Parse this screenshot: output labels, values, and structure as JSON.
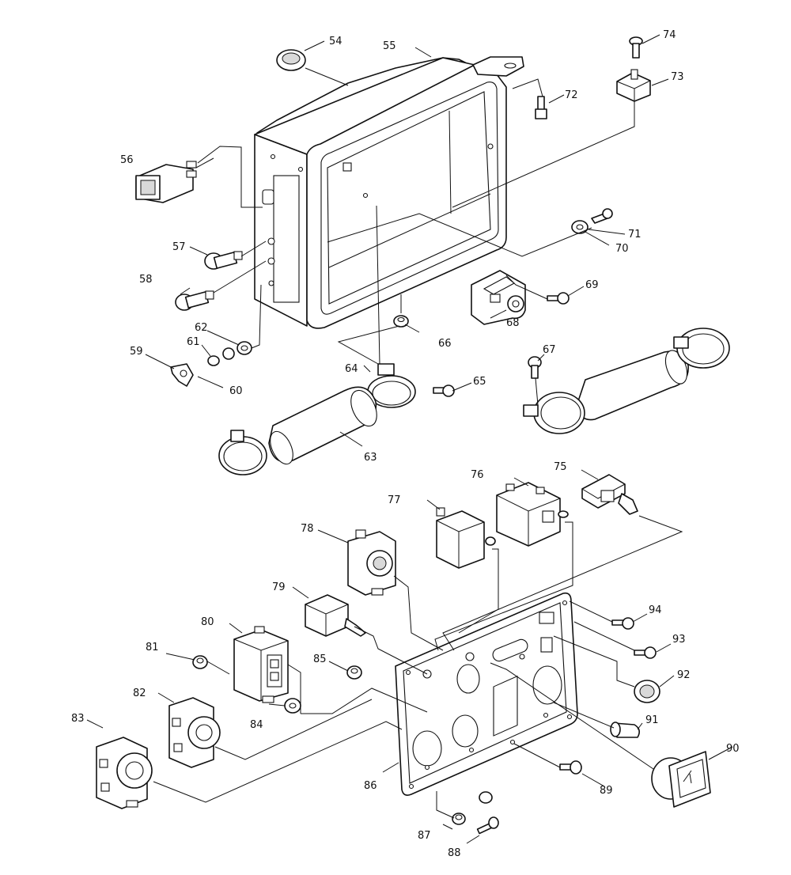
{
  "parts": [
    {
      "id": "54",
      "label": "54"
    },
    {
      "id": "55",
      "label": "55"
    },
    {
      "id": "56",
      "label": "56"
    },
    {
      "id": "57",
      "label": "57"
    },
    {
      "id": "58",
      "label": "58"
    },
    {
      "id": "59",
      "label": "59"
    },
    {
      "id": "60",
      "label": "60"
    },
    {
      "id": "61",
      "label": "61"
    },
    {
      "id": "62",
      "label": "62"
    },
    {
      "id": "63",
      "label": "63"
    },
    {
      "id": "64",
      "label": "64"
    },
    {
      "id": "65",
      "label": "65"
    },
    {
      "id": "66",
      "label": "66"
    },
    {
      "id": "67",
      "label": "67"
    },
    {
      "id": "68",
      "label": "68"
    },
    {
      "id": "69",
      "label": "69"
    },
    {
      "id": "70",
      "label": "70"
    },
    {
      "id": "71",
      "label": "71"
    },
    {
      "id": "72",
      "label": "72"
    },
    {
      "id": "73",
      "label": "73"
    },
    {
      "id": "74",
      "label": "74"
    },
    {
      "id": "75",
      "label": "75"
    },
    {
      "id": "76",
      "label": "76"
    },
    {
      "id": "77",
      "label": "77"
    },
    {
      "id": "78",
      "label": "78"
    },
    {
      "id": "79",
      "label": "79"
    },
    {
      "id": "80",
      "label": "80"
    },
    {
      "id": "81",
      "label": "81"
    },
    {
      "id": "82",
      "label": "82"
    },
    {
      "id": "83",
      "label": "83"
    },
    {
      "id": "84",
      "label": "84"
    },
    {
      "id": "85",
      "label": "85"
    },
    {
      "id": "86",
      "label": "86"
    },
    {
      "id": "87",
      "label": "87"
    },
    {
      "id": "88",
      "label": "88"
    },
    {
      "id": "89",
      "label": "89"
    },
    {
      "id": "90",
      "label": "90"
    },
    {
      "id": "91",
      "label": "91"
    },
    {
      "id": "92",
      "label": "92"
    },
    {
      "id": "93",
      "label": "93"
    },
    {
      "id": "94",
      "label": "94"
    }
  ]
}
